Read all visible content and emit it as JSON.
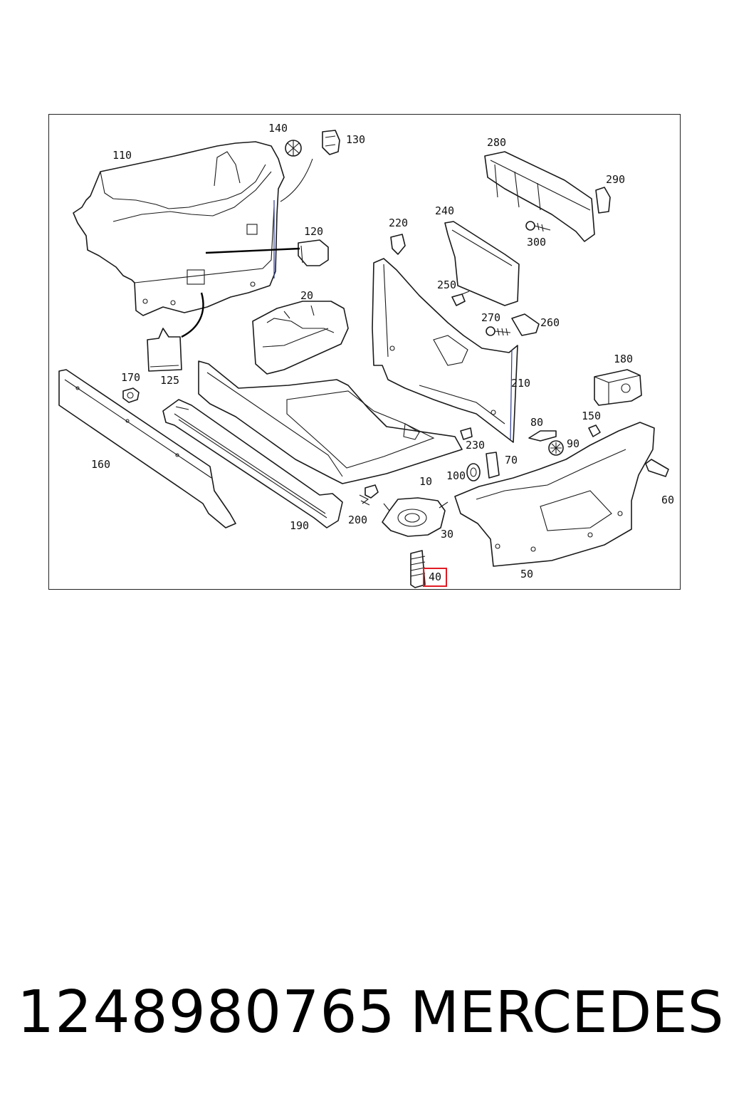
{
  "diagram": {
    "callouts": {
      "c140": "140",
      "c130": "130",
      "c110": "110",
      "c280": "280",
      "c290": "290",
      "c120": "120",
      "c220": "220",
      "c240": "240",
      "c300": "300",
      "c20": "20",
      "c250": "250",
      "c270": "270",
      "c260": "260",
      "c170": "170",
      "c125": "125",
      "c180": "180",
      "c210": "210",
      "c160": "160",
      "c80": "80",
      "c150": "150",
      "c230": "230",
      "c90": "90",
      "c70": "70",
      "c100": "100",
      "c10": "10",
      "c60": "60",
      "c200": "200",
      "c190": "190",
      "c30": "30",
      "c50": "50",
      "c40": "40"
    },
    "highlight_color": "#e01b24"
  },
  "footer": {
    "part_number": "1248980765",
    "brand": "MERCEDES"
  }
}
